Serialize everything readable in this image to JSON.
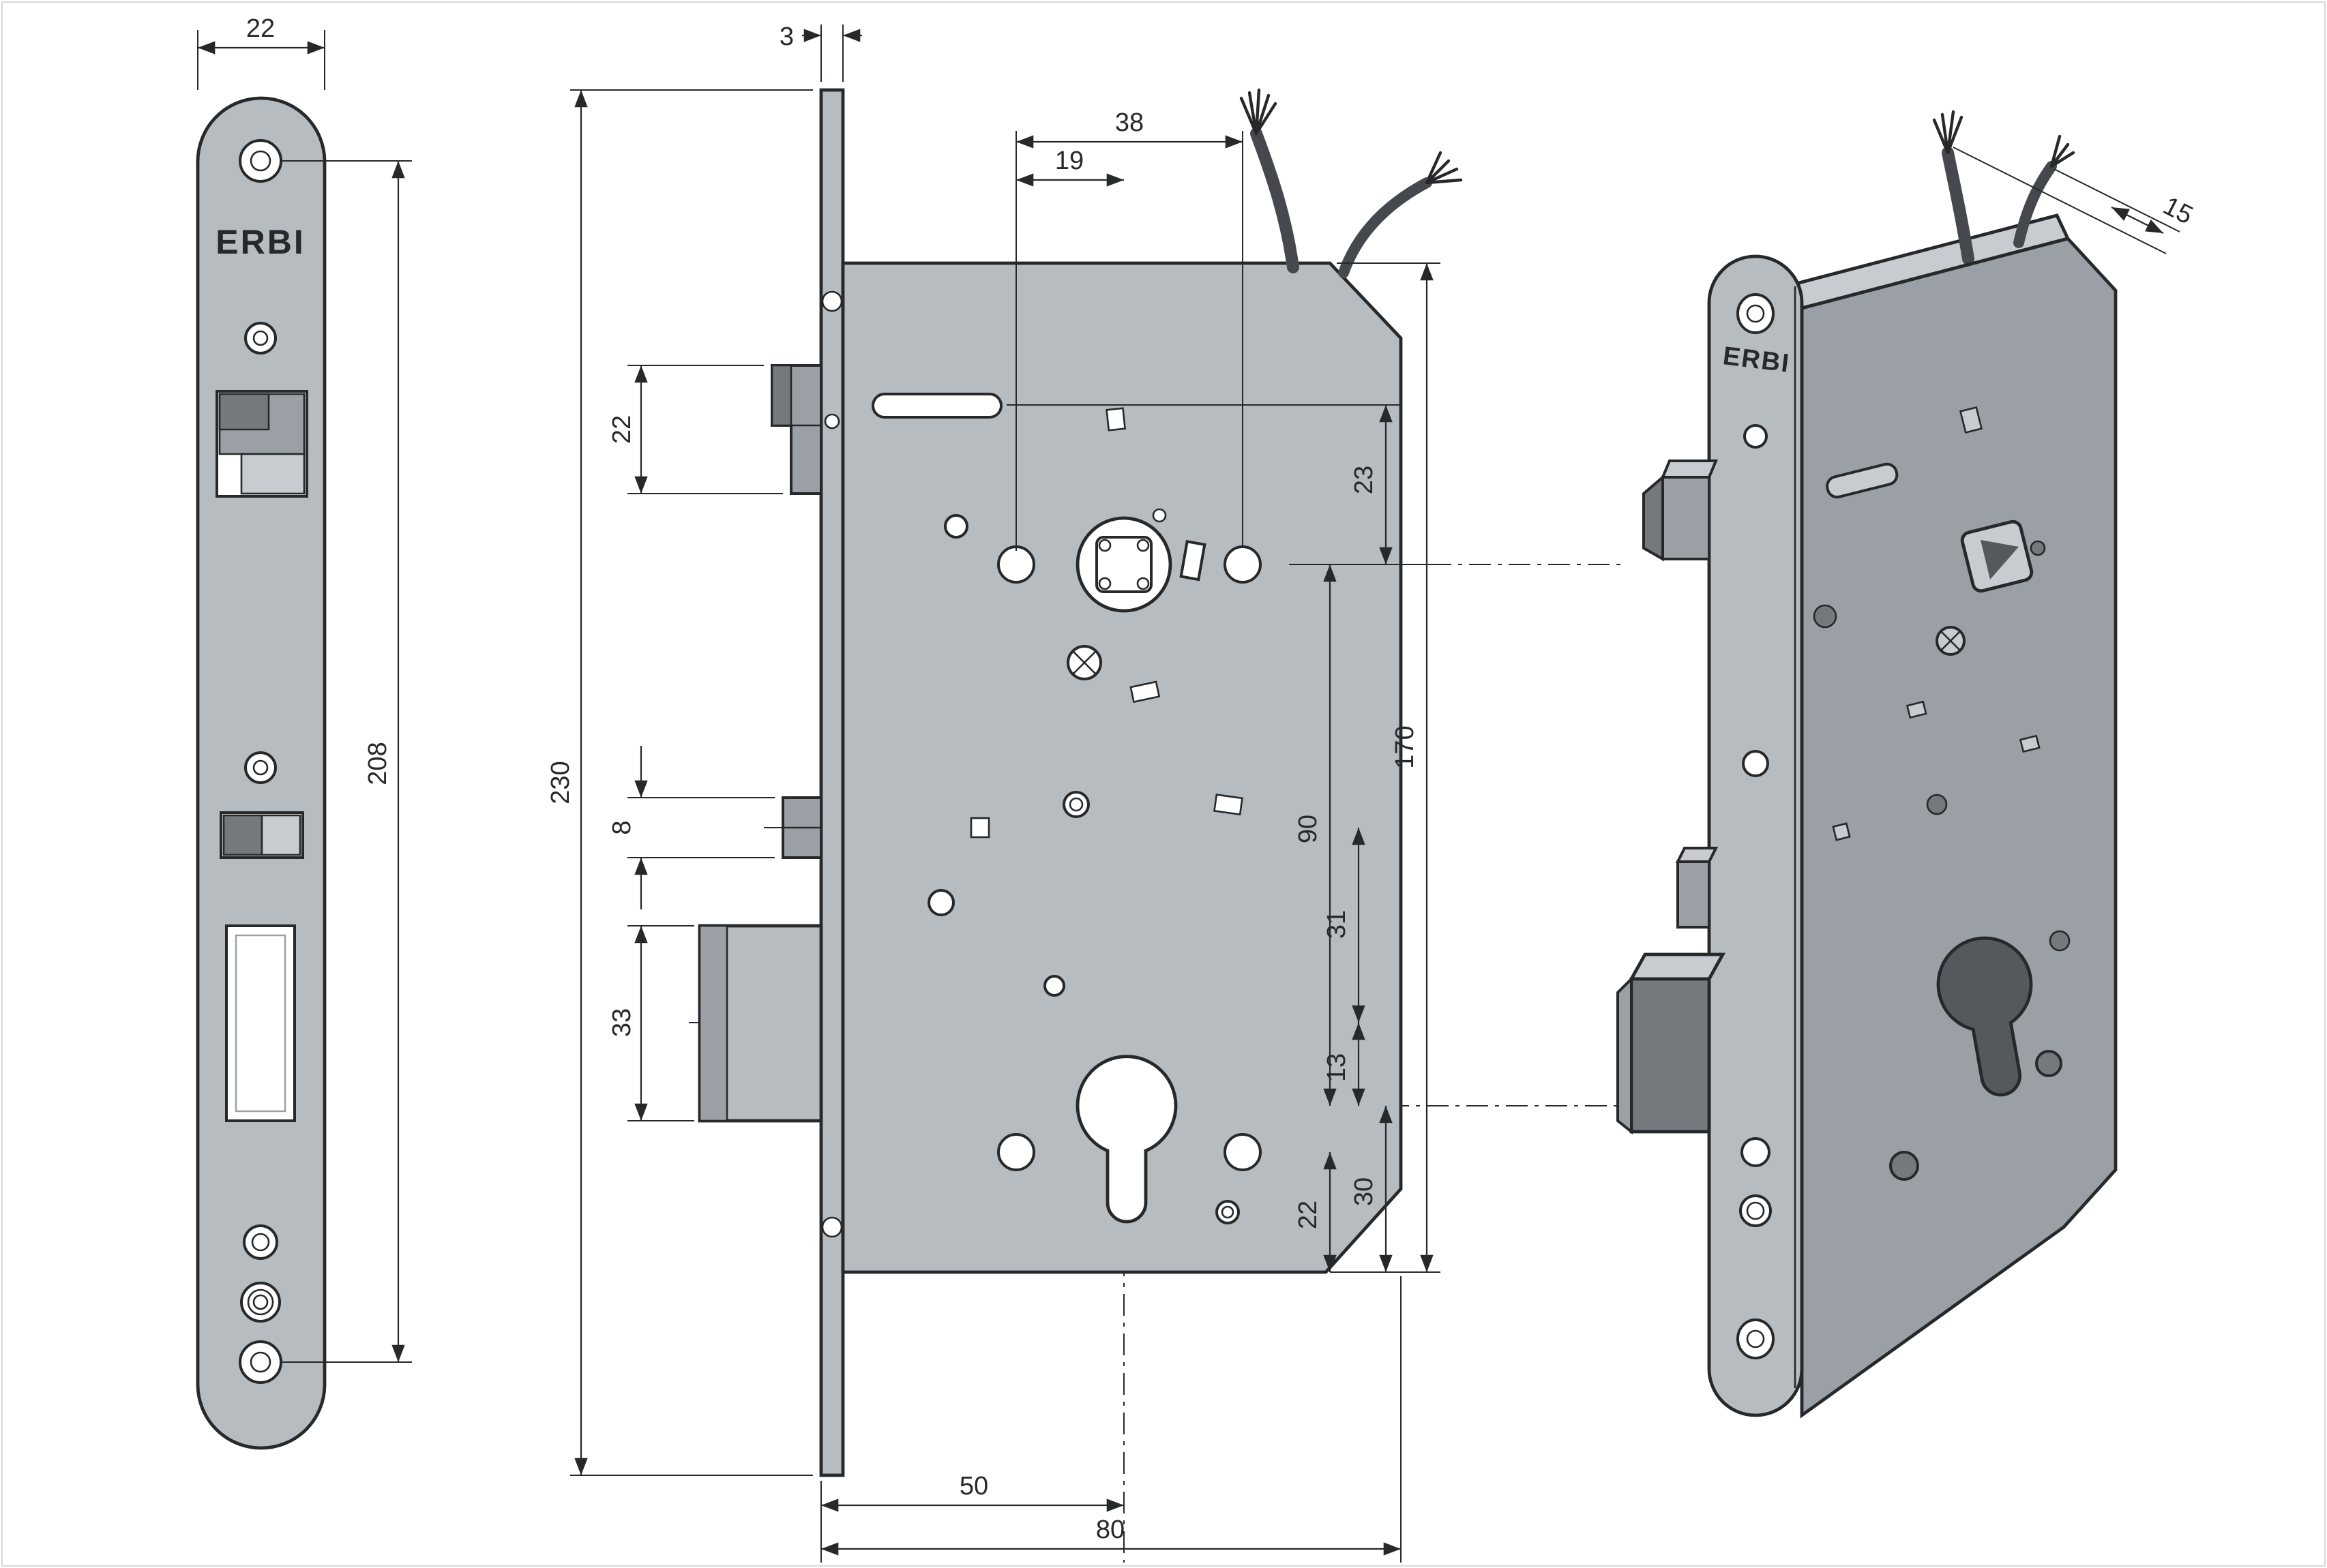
{
  "drawing_type": "mortise-lock-technical-drawing",
  "brand": {
    "front": "ERBI",
    "iso": "ERBI"
  },
  "dimensions": {
    "front_plate_width": "22",
    "front_screw_span": "208",
    "faceplate_thickness": "3",
    "faceplate_height": "230",
    "latch_height": "22",
    "aux_bolt_height": "8",
    "deadbolt_height": "33",
    "hole_span": "38",
    "hole_to_follower": "19",
    "slot_to_follower": "23",
    "case_height": "170",
    "follower_to_cylinder": "90",
    "aux_to_deadbolt": "31",
    "deadbolt_to_cylinder": "13",
    "cylinder_to_bottom": "30",
    "hole_to_bottom": "22",
    "backset": "50",
    "case_depth": "80",
    "wire_spacing": "15"
  },
  "colors": {
    "line": "#26282a",
    "metal_light": "#b7bcc0",
    "metal_mid": "#9aa0a5",
    "metal_dark": "#75797e",
    "metal_top": "#c8ccd0",
    "hole_dark": "#55595d",
    "wire": "#45494d",
    "frame": "#d8d8d8",
    "background": "#ffffff"
  }
}
